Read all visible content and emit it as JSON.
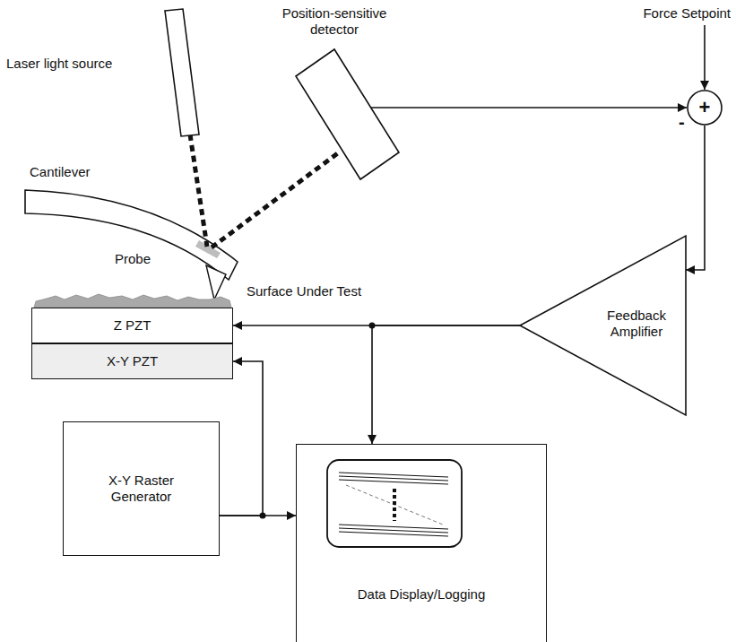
{
  "diagram": {
    "nodes": [
      {
        "text": [
          "Laser light source"
        ]
      },
      {
        "text": [
          "Position-sensitive detector"
        ]
      },
      {
        "text": [
          "+"
        ]
      },
      {
        "text": [
          "Feedback Amplifier"
        ]
      },
      {
        "text": [
          "Z PZT"
        ]
      },
      {
        "text": [
          "X-Y PZT"
        ]
      },
      {
        "text": [
          "X-Y Raster Generator"
        ]
      },
      {
        "text": [
          "Data Display/Logging"
        ]
      }
    ],
    "edges": [
      {
        "from": 1,
        "to": 2,
        "arrow": "to"
      },
      {
        "from": 2,
        "to": 3,
        "arrow": "to"
      },
      {
        "from": 3,
        "to": 4,
        "arrow": "to"
      },
      {
        "from": 3,
        "to": 7,
        "arrow": "to"
      },
      {
        "from": 6,
        "to": 5,
        "arrow": "to"
      },
      {
        "from": 6,
        "to": 7,
        "arrow": "to"
      }
    ],
    "labels": [
      "Force Setpoint",
      "-",
      "Cantilever",
      "Probe",
      "Surface Under Test"
    ]
  }
}
